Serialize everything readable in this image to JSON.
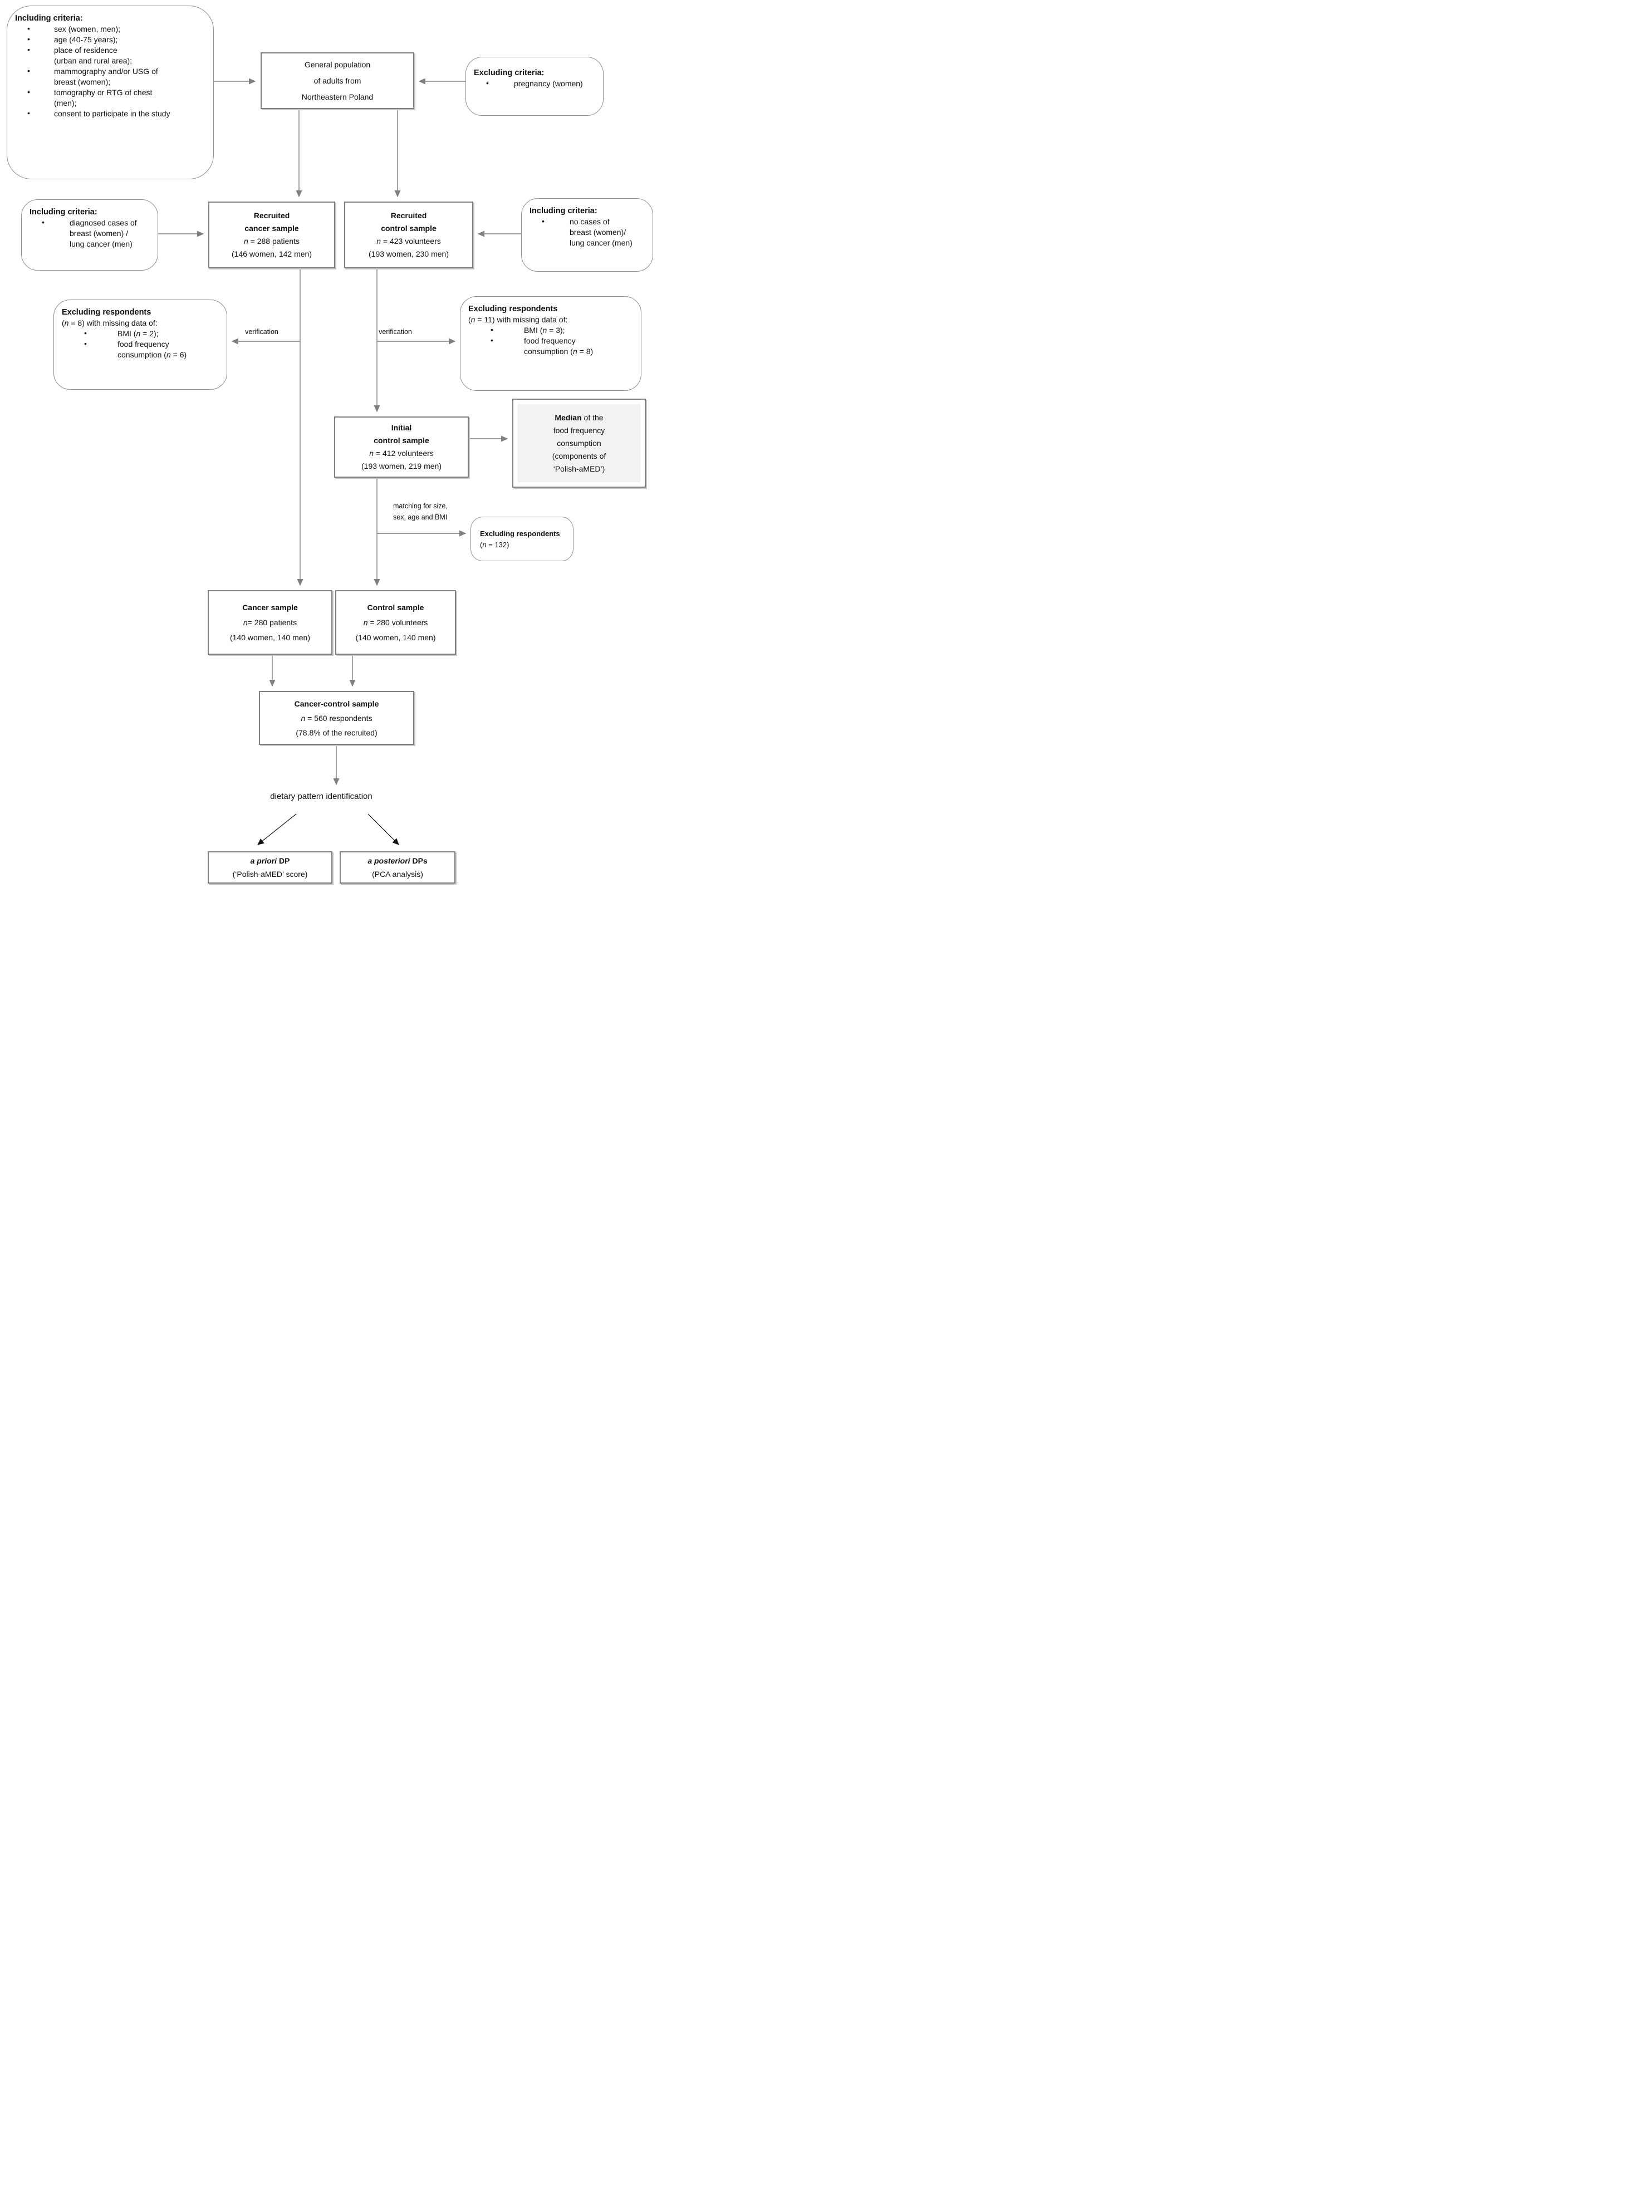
{
  "ui": {
    "bullet": "•"
  },
  "colors": {
    "box_border": "#808080",
    "rounded_border": "#8f8f8f",
    "connector_gray": "#7f7f7f",
    "connector_black": "#111111",
    "median_fill": "#f2f2f2"
  },
  "boxes": {
    "incl_top": {
      "title": "Including criteria:",
      "bullets": [
        [
          "sex (women, men);"
        ],
        [
          "age (40-75 years);"
        ],
        [
          "place of residence",
          "(urban and rural area);"
        ],
        [
          "mammography and/or USG of",
          "breast (women);"
        ],
        [
          "tomography or RTG of chest",
          "(men);"
        ],
        [
          "consent to participate in the study"
        ]
      ]
    },
    "gen_pop": {
      "lines": [
        "General population",
        "of adults from",
        "Northeastern Poland"
      ]
    },
    "excl_top": {
      "title": "Excluding criteria:",
      "bullets": [
        [
          "pregnancy (women)"
        ]
      ]
    },
    "incl_cancer": {
      "title": "Including criteria:",
      "bullets": [
        [
          "diagnosed cases of",
          "breast (women) /",
          "lung cancer (men)"
        ]
      ]
    },
    "incl_control": {
      "title": "Including criteria:",
      "bullets": [
        [
          "no cases of",
          "breast (women)/",
          "lung cancer (men)"
        ]
      ]
    },
    "recruited_cancer": {
      "title_lines": [
        "Recruited",
        "cancer sample"
      ],
      "lines": [
        "n = 288 patients",
        "(146 women, 142 men)"
      ]
    },
    "recruited_control": {
      "title_lines": [
        "Recruited",
        "control sample"
      ],
      "lines": [
        "n = 423 volunteers",
        "(193 women, 230 men)"
      ]
    },
    "excl_cancer_resp": {
      "title": "Excluding respondents",
      "intro": "(n = 8) with missing data of:",
      "bullets": [
        [
          "BMI (n = 2);"
        ],
        [
          "food frequency",
          "consumption (n = 6)"
        ]
      ]
    },
    "excl_control_resp": {
      "title": "Excluding respondents",
      "intro": "(n = 11) with missing data of:",
      "bullets": [
        [
          "BMI (n = 3);"
        ],
        [
          "food frequency",
          "consumption (n = 8)"
        ]
      ]
    },
    "initial_control": {
      "title_lines": [
        "Initial",
        "control sample"
      ],
      "lines": [
        "n = 412 volunteers",
        "(193 women, 219 men)"
      ]
    },
    "median": {
      "bold": "Median",
      "bold_rest": " of the",
      "lines": [
        "food frequency",
        "consumption",
        "(components of",
        "‘Polish-aMED’)"
      ]
    },
    "excl_matching": {
      "title": "Excluding respondents",
      "line": "(n = 132)"
    },
    "cancer_sample": {
      "title_lines": [
        "Cancer sample"
      ],
      "lines": [
        "n= 280 patients",
        "(140 women, 140 men)"
      ]
    },
    "control_sample": {
      "title_lines": [
        "Control sample"
      ],
      "lines": [
        "n = 280 volunteers",
        "(140 women, 140 men)"
      ]
    },
    "cancer_control": {
      "title_lines": [
        "Cancer-control sample"
      ],
      "lines": [
        "n = 560 respondents",
        "(78.8% of the recruited)"
      ]
    },
    "a_priori": {
      "em": "a priori",
      "bold_rest": " DP",
      "line": "(‘Polish-aMED’ score)"
    },
    "a_posteriori": {
      "em": "a posteriori",
      "bold_rest": " DPs",
      "line": "(PCA analysis)"
    }
  },
  "labels": {
    "verification_left": "verification",
    "verification_right": "verification",
    "matching_line1": "matching for size,",
    "matching_line2": "sex, age and BMI",
    "dietary": "dietary pattern identification"
  }
}
